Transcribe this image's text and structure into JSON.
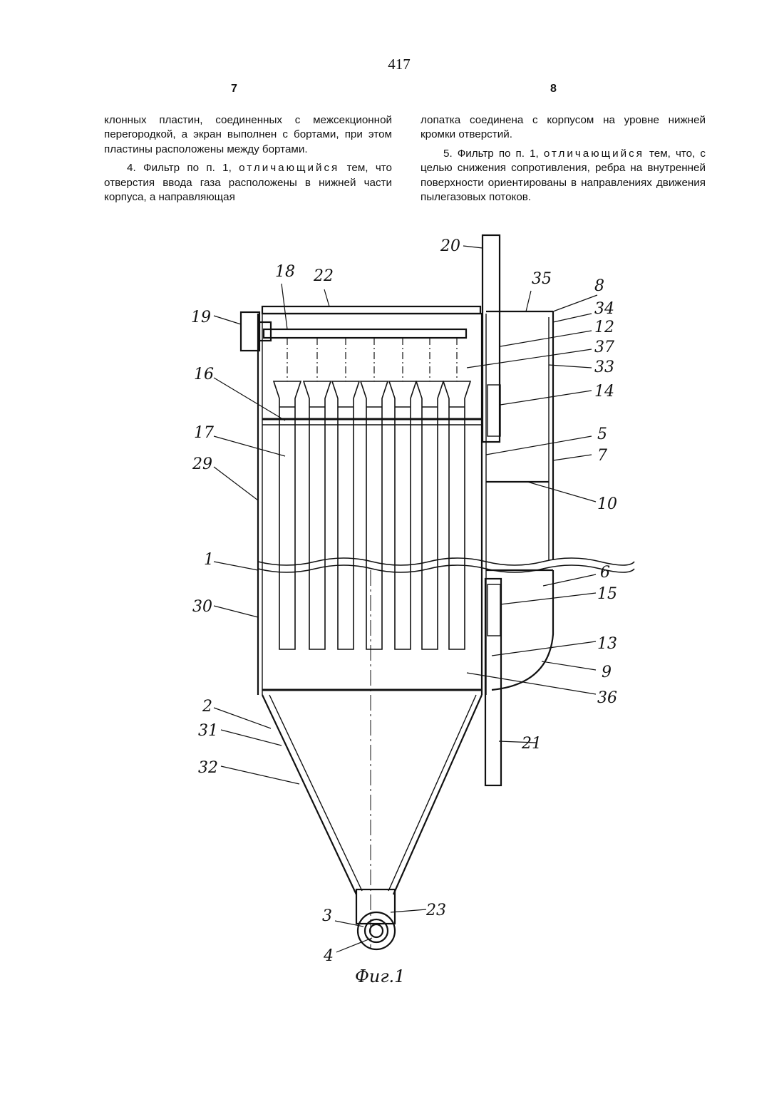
{
  "page": {
    "page_number": "417",
    "left_column_number": "7",
    "right_column_number": "8"
  },
  "left_column": {
    "p1": "клонных пластин, соединенных с межсекционной перегородкой, а экран выполнен с бортами, при этом пластины расположены между бортами.",
    "p2_start": "4. Фильтр по п. 1, ",
    "p2_spaced": "отличающийся",
    "p2_end": " тем, что отверстия ввода газа расположены в нижней части корпуса, а направляющая"
  },
  "right_column": {
    "p1": "лопатка соединена с корпусом на уровне нижней кромки отверстий.",
    "p2_start": "5. Фильтр по п. 1, ",
    "p2_spaced": "отличающийся",
    "p2_end": " тем, что, с целью снижения сопротивления, ребра на внутренней поверхности ориентированы в направлениях движения пылегазовых потоков."
  },
  "figure": {
    "caption": "Фиг.1",
    "labels": {
      "l1": "1",
      "l2": "2",
      "l3": "3",
      "l4": "4",
      "l5": "5",
      "l6": "6",
      "l7": "7",
      "l8": "8",
      "l9": "9",
      "l10": "10",
      "l12": "12",
      "l13": "13",
      "l14": "14",
      "l15": "15",
      "l16": "16",
      "l17": "17",
      "l18": "18",
      "l19": "19",
      "l20": "20",
      "l21": "21",
      "l22": "22",
      "l23": "23",
      "l29": "29",
      "l30": "30",
      "l31": "31",
      "l32": "32",
      "l33": "33",
      "l34": "34",
      "l35": "35",
      "l36": "36",
      "l37": "37"
    }
  }
}
